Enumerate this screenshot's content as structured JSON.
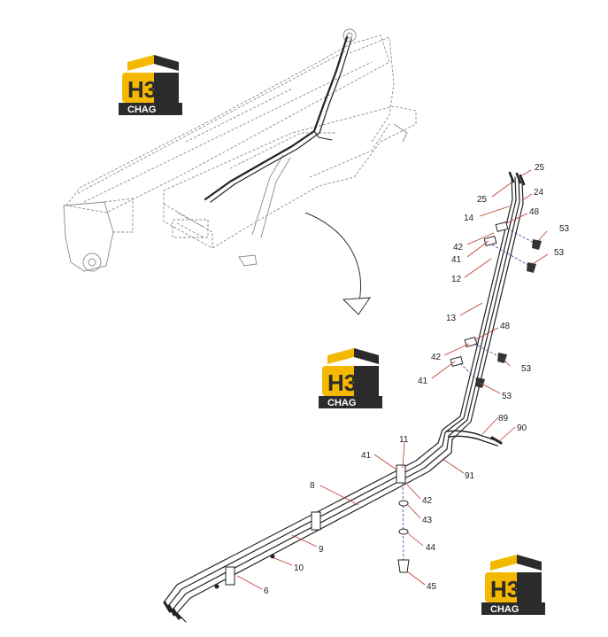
{
  "logo": {
    "brand_mark": "H3",
    "brand_caption": "CHAG",
    "color_yellow": "#f5b800",
    "color_dark": "#2b2b2b"
  },
  "colors": {
    "leader_line": "#c0392b",
    "bolt_line": "#3a3aa8",
    "ghost_line": "#8a8a8a"
  },
  "callouts": {
    "c25a": "25",
    "c25b": "25",
    "c24": "24",
    "c14": "14",
    "c48a": "48",
    "c53a": "53",
    "c53b": "53",
    "c42a": "42",
    "c41a": "41",
    "c12": "12",
    "c13": "13",
    "c48b": "48",
    "c42b": "42",
    "c53c": "53",
    "c41b": "41",
    "c53d": "53",
    "c89": "89",
    "c90": "90",
    "c11": "11",
    "c41c": "41",
    "c91": "91",
    "c42c": "42",
    "c8": "8",
    "c43": "43",
    "c9": "9",
    "c44": "44",
    "c10": "10",
    "c6": "6",
    "c45": "45"
  }
}
